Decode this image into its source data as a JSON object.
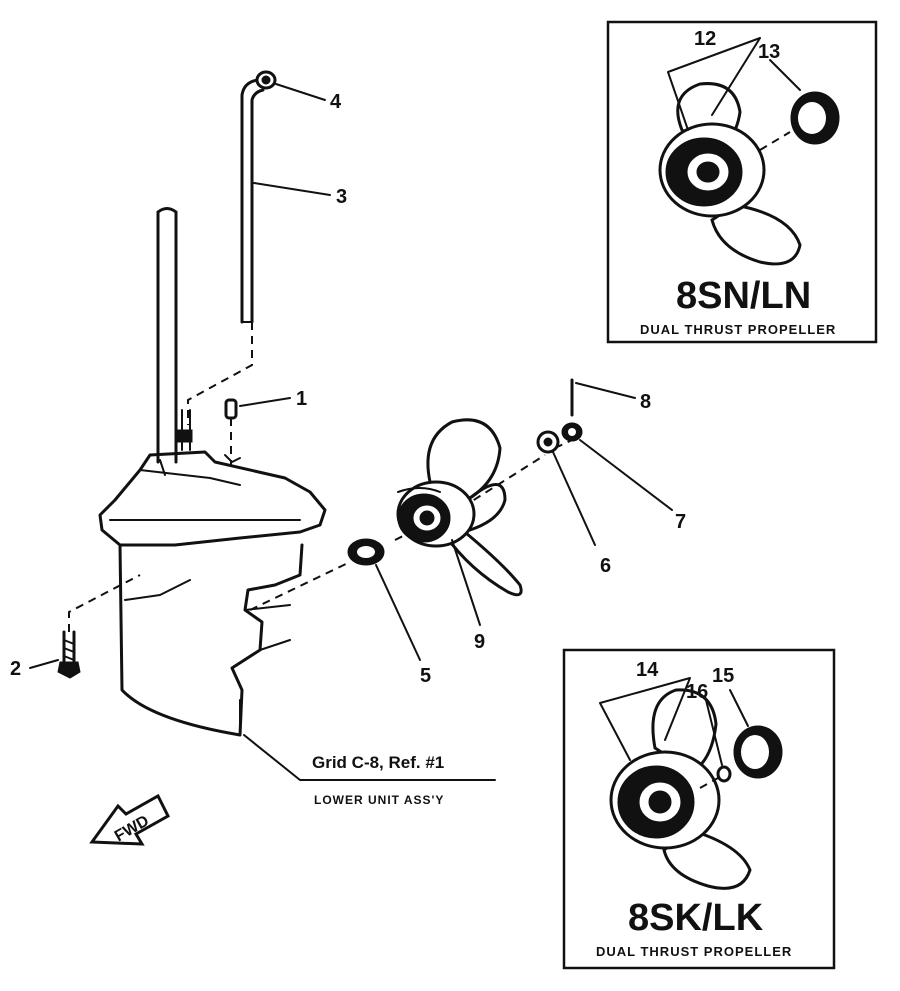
{
  "callouts": {
    "c1": "1",
    "c2": "2",
    "c3": "3",
    "c4": "4",
    "c5": "5",
    "c6": "6",
    "c7": "7",
    "c8": "8",
    "c9": "9",
    "c12": "12",
    "c13": "13",
    "c14": "14",
    "c15": "15",
    "c16": "16"
  },
  "inset_top": {
    "title": "8SN/LN",
    "subtitle": "DUAL THRUST PROPELLER"
  },
  "inset_bottom": {
    "title": "8SK/LK",
    "subtitle": "DUAL THRUST PROPELLER"
  },
  "grid_ref": {
    "label": "Grid C-8, Ref. #1",
    "sublabel": "LOWER UNIT  ASS'Y"
  },
  "fwd_arrow": {
    "label": "FWD"
  }
}
